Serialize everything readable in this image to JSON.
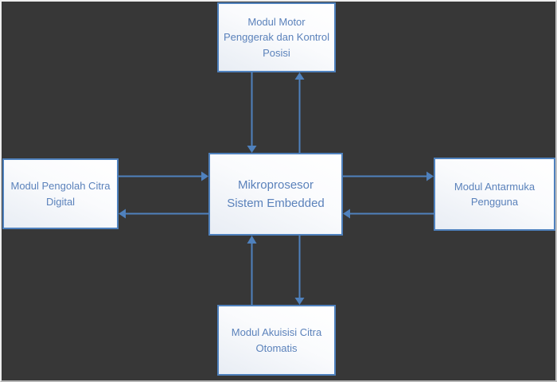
{
  "diagram": {
    "nodes": {
      "top": {
        "id": "modul-motor",
        "label": "Modul Motor\nPenggerak dan Kontrol\nPosisi"
      },
      "left": {
        "id": "modul-pengolah-citra",
        "label": "Modul Pengolah Citra\nDigital"
      },
      "center": {
        "id": "mikroprosesor",
        "label": "Mikroprosesor\nSistem Embedded"
      },
      "right": {
        "id": "modul-antarmuka",
        "label": "Modul Antarmuka\nPengguna"
      },
      "bottom": {
        "id": "modul-akuisisi-citra",
        "label": "Modul Akuisisi Citra\nOtomatis"
      }
    },
    "edges": [
      {
        "from": "center",
        "to": "top",
        "direction": "bidirectional"
      },
      {
        "from": "center",
        "to": "left",
        "direction": "bidirectional"
      },
      {
        "from": "center",
        "to": "right",
        "direction": "bidirectional"
      },
      {
        "from": "center",
        "to": "bottom",
        "direction": "bidirectional"
      }
    ],
    "colors": {
      "background": "#373737",
      "node_border": "#4f81bd",
      "node_fill_top": "#ffffff",
      "node_fill_bottom": "#e8edf4",
      "arrow": "#4f81bd",
      "text": "#5b82bb"
    }
  }
}
